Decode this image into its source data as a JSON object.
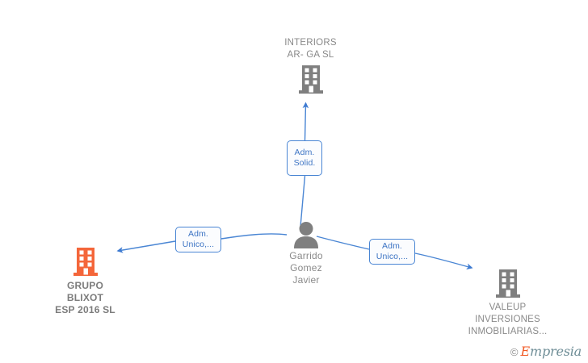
{
  "diagram": {
    "type": "relationship-network",
    "background": "#ffffff",
    "palette": {
      "edge_blue": "#4a86d4",
      "label_blue": "#3d74c4",
      "company_gray": "#898989",
      "company_orange": "#f4663a",
      "person_gray": "#7f7f7f"
    },
    "nodes": [
      {
        "id": "interiors",
        "kind": "company",
        "icon": "building-icon",
        "color": "#7f7f7f",
        "label": "INTERIORS\nAR- GA  SL",
        "label_position": "above"
      },
      {
        "id": "person",
        "kind": "person",
        "icon": "person-icon",
        "color": "#7f7f7f",
        "label": "Garrido\nGomez\nJavier",
        "label_position": "below"
      },
      {
        "id": "blixot",
        "kind": "company",
        "icon": "building-icon",
        "color": "#f4663a",
        "label": "GRUPO\nBLIXOT\nESP 2016  SL",
        "label_position": "below"
      },
      {
        "id": "valeup",
        "kind": "company",
        "icon": "building-icon",
        "color": "#7f7f7f",
        "label": "VALEUP\nINVERSIONES\nINMOBILIARIAS...",
        "label_position": "below"
      }
    ],
    "edges": [
      {
        "id": "edge-solid",
        "from": "person",
        "to": "interiors",
        "label": "Adm.\nSolid.",
        "direction": "up"
      },
      {
        "id": "edge-blixot",
        "from": "person",
        "to": "blixot",
        "label": "Adm.\nUnico,...",
        "direction": "left"
      },
      {
        "id": "edge-valeup",
        "from": "person",
        "to": "valeup",
        "label": "Adm.\nUnico,...",
        "direction": "right"
      }
    ]
  },
  "watermark": {
    "copyright": "©",
    "brand_initial": "E",
    "brand_rest": "mpresia"
  }
}
